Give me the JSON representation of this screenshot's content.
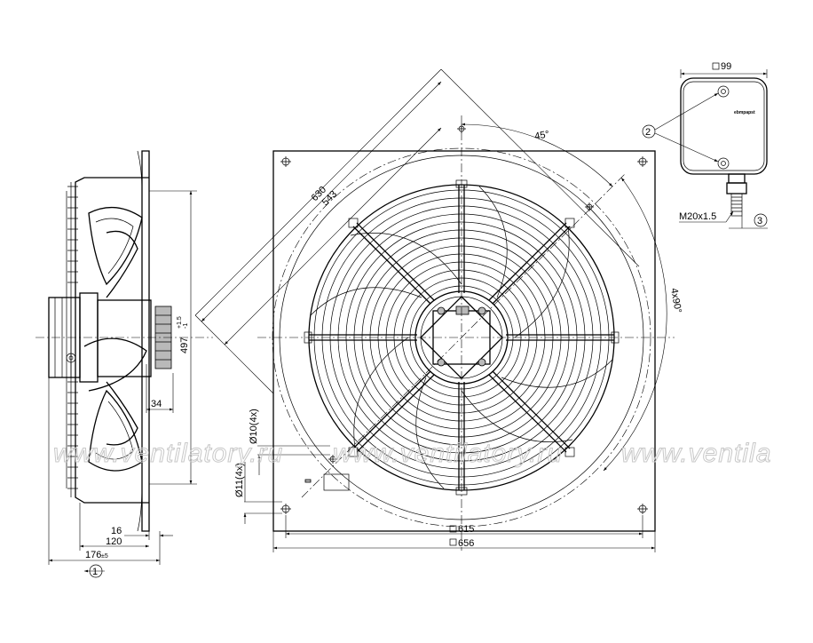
{
  "watermark": {
    "items": [
      "www.ventilatory.ru",
      "www.ventilatory.ru",
      "www.ventila"
    ]
  },
  "side_view": {
    "dim_497": "497",
    "dim_497_tol_upper": "+1.5",
    "dim_497_tol_lower": "-1",
    "dim_34": "34",
    "dim_16": "16",
    "dim_120": "120",
    "dim_176": "176",
    "dim_176_tol": "±5",
    "callout_1": "1"
  },
  "front_view": {
    "dim_630": "630",
    "dim_543": "543",
    "angle_45": "45°",
    "angle_4x90": "4x90°",
    "hole_10": "Ø10(4x)",
    "hole_11": "Ø11(4x)",
    "dim_615": "615",
    "dim_656": "656",
    "square_symbol": "□"
  },
  "terminal_box": {
    "dim_99": "99",
    "thread": "M20x1.5",
    "callout_2": "2",
    "callout_3": "3",
    "brand_label": "ebmpapst"
  }
}
